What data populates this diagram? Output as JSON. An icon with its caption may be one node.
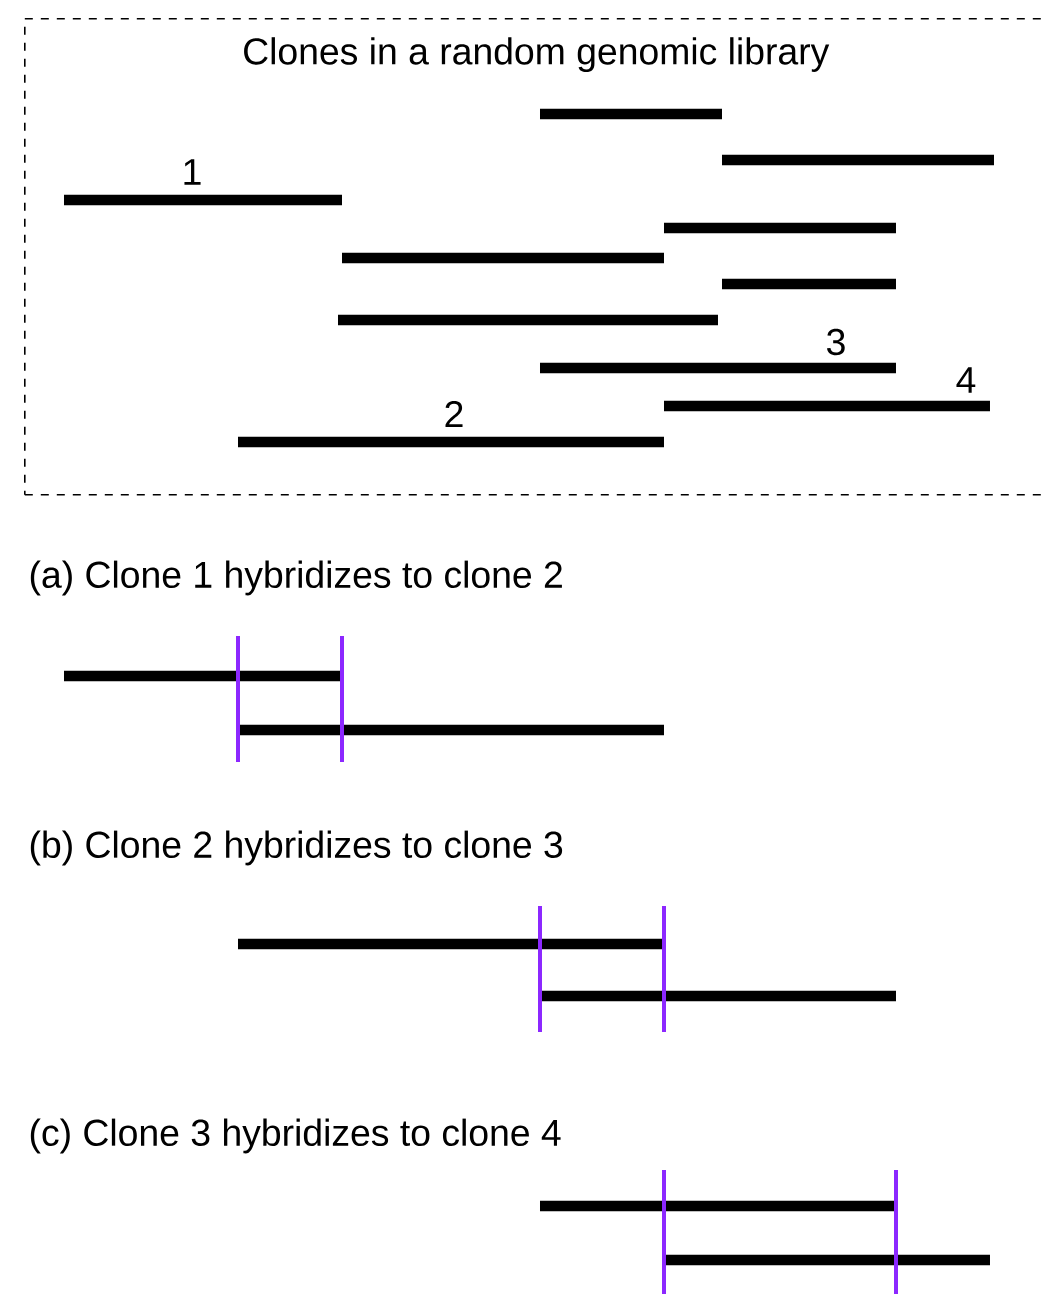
{
  "diagram": {
    "nodes": [
      {
        "text": [
          "Clones in a random genomic library"
        ]
      },
      {
        "text": [],
        "shape": "bar",
        "in": 0
      },
      {
        "text": [],
        "shape": "bar",
        "in": 0
      },
      {
        "text": [
          "1"
        ],
        "in": 0
      },
      {
        "text": [],
        "shape": "bar",
        "in": 0
      },
      {
        "text": [],
        "shape": "bar",
        "in": 0
      },
      {
        "text": [],
        "shape": "bar",
        "in": 0
      },
      {
        "text": [],
        "shape": "bar",
        "in": 0
      },
      {
        "text": [
          "3"
        ],
        "in": 0
      },
      {
        "text": [
          "4"
        ],
        "in": 0
      },
      {
        "text": [
          "2"
        ],
        "in": 0
      }
    ],
    "labels": [
      "(a) Clone 1 hybridizes to clone 2",
      "(b) Clone 2 hybridizes to clone 3",
      "(c) Clone 3 hybridizes to clone 4"
    ]
  }
}
